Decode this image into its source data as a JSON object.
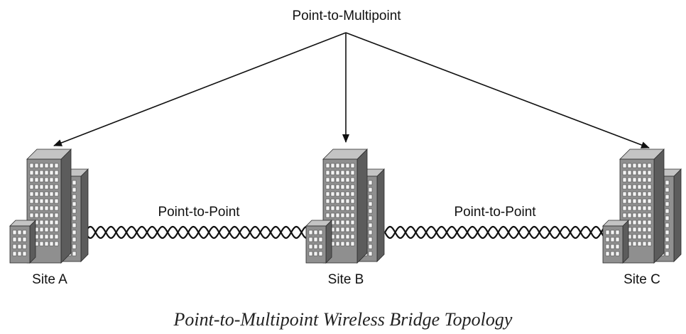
{
  "labels": {
    "top": "Point-to-Multipoint",
    "link_ab": "Point-to-Point",
    "link_bc": "Point-to-Point"
  },
  "sites": [
    {
      "name": "Site A"
    },
    {
      "name": "Site B"
    },
    {
      "name": "Site C"
    }
  ],
  "caption": "Point-to-Multipoint Wireless Bridge Topology",
  "colors": {
    "building_front": "#8f8f8f",
    "building_side": "#5c5c5c",
    "building_top": "#c4c4c4",
    "window": "#f4f4f4",
    "line": "#111111"
  }
}
